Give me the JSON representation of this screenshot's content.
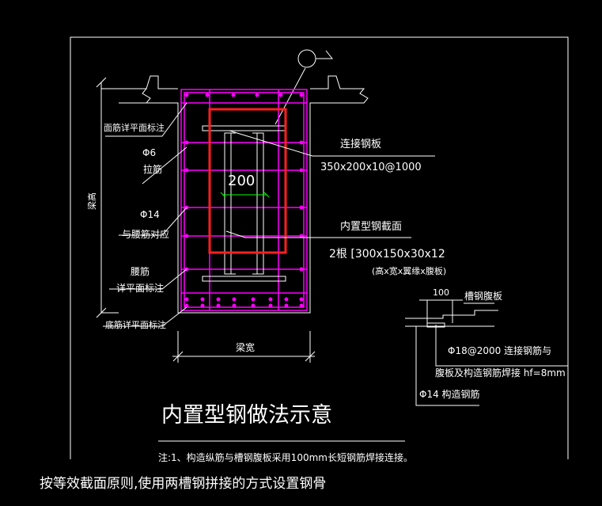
{
  "labels": {
    "top_rebar": "面筋详平面标注",
    "stirrup_dia": "Φ6",
    "stirrup_name": "拉筋",
    "beam_height": "梁高",
    "waist_dia": "Φ14",
    "waist_name": "与腰筋对应",
    "waist_rebar": "腰筋",
    "waist_rebar_sub": "详平面标注",
    "bottom_rebar": "底筋详平面标注",
    "beam_width": "梁宽",
    "dim_200": "200",
    "plate_name": "连接钢板",
    "plate_spec": "350x200x10@1000",
    "steel_name": "内置型钢截面",
    "steel_spec": "2根 [300x150x30x12",
    "steel_note": "(高x宽x翼缘x腹板)",
    "dim_100": "100",
    "web_label": "槽钢腹板",
    "conn_bar_1": "Φ18@2000 连接钢筋与",
    "conn_bar_2": "腹板及构造钢筋焊接 hf=8mm",
    "struct_bar": "Φ14 构造钢筋"
  },
  "title": "内置型钢做法示意",
  "note": "注:1、构造纵筋与槽钢腹板采用100mm长短钢筋焊接连接。",
  "caption": "按等效截面原则,使用两槽钢拼接的方式设置钢骨",
  "colors": {
    "line": "#ffffff",
    "rebar": "#ff00ff",
    "highlight": "#ff2020",
    "dim": "#00ff00"
  }
}
